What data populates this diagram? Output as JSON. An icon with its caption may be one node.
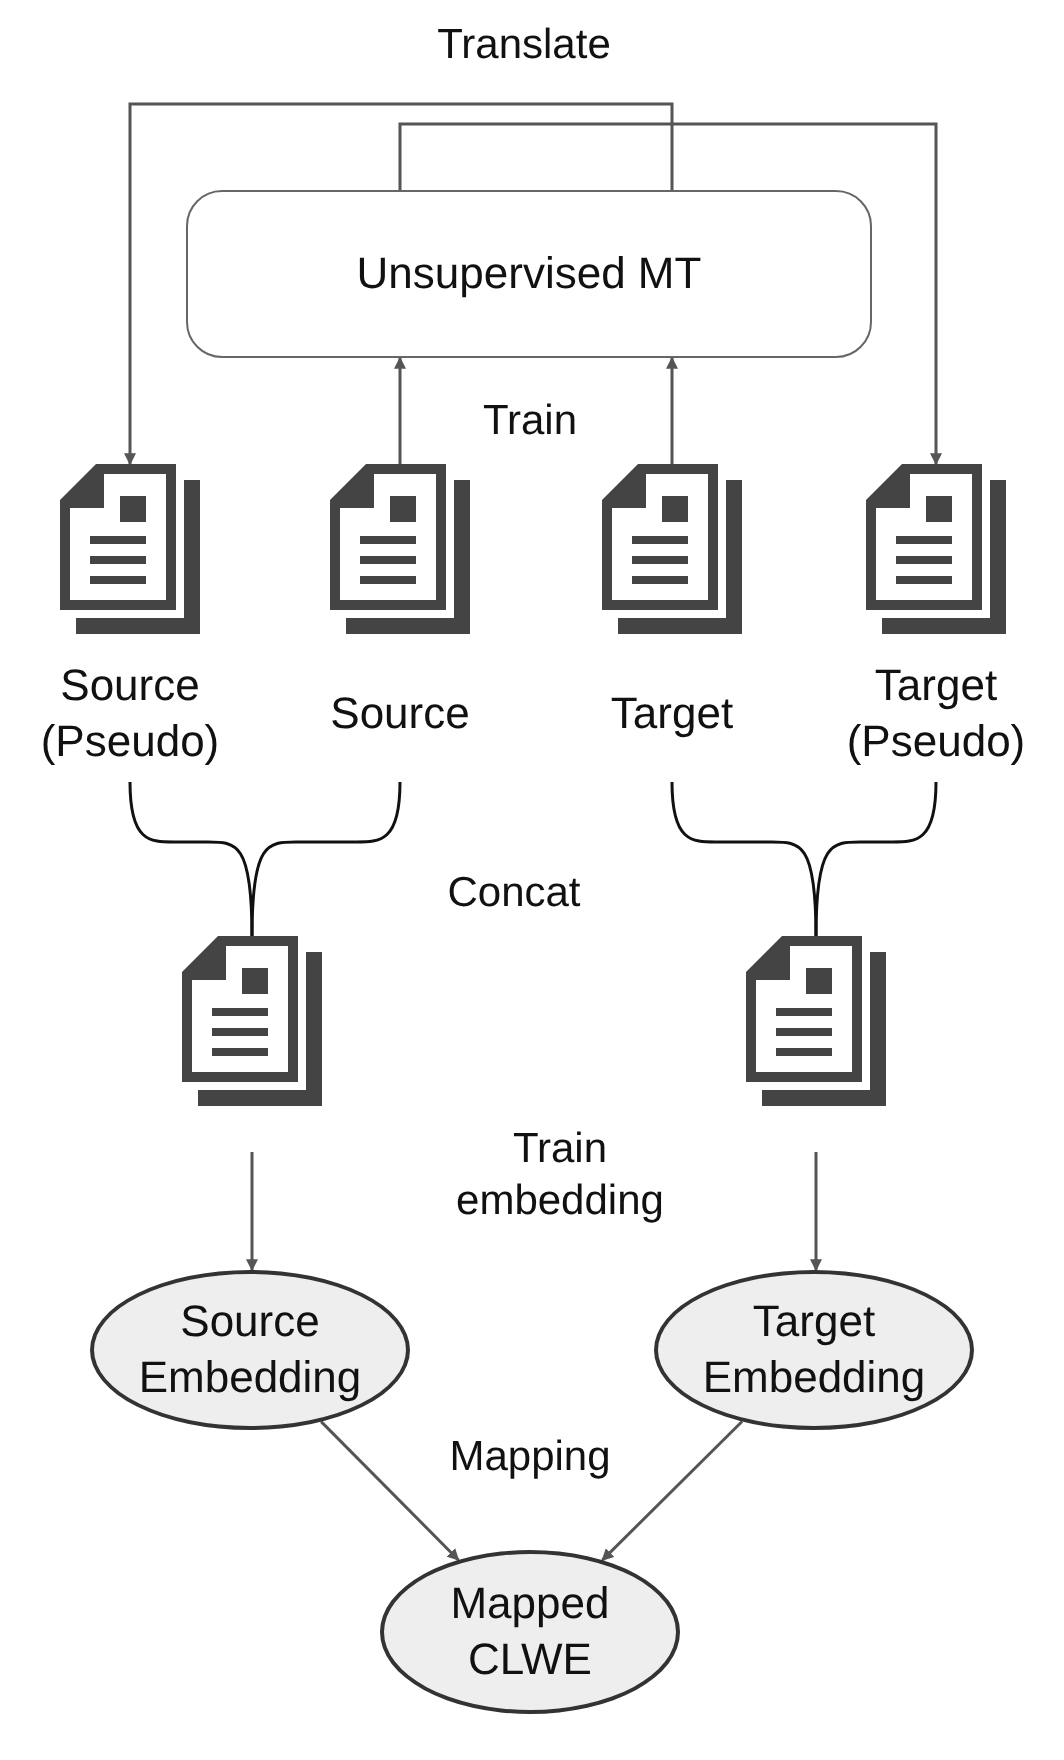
{
  "diagram": {
    "nodes": [
      {
        "text": [
          "Unsupervised MT"
        ]
      },
      {
        "text": [
          "Source (Pseudo)"
        ]
      },
      {
        "text": [
          "Source"
        ]
      },
      {
        "text": [
          "Target"
        ]
      },
      {
        "text": [
          "Target (Pseudo)"
        ]
      },
      {
        "text": [],
        "shape": "document"
      },
      {
        "text": [],
        "shape": "document"
      },
      {
        "text": [
          "Source Embedding"
        ]
      },
      {
        "text": [
          "Target Embedding"
        ]
      },
      {
        "text": [
          "Mapped CLWE"
        ]
      }
    ],
    "edges": [
      {
        "from": 0,
        "to": 1,
        "arrow": "to",
        "label": "Translate"
      },
      {
        "from": 0,
        "to": 4,
        "arrow": "to"
      },
      {
        "from": 2,
        "to": 0,
        "arrow": "to",
        "label": "Train"
      },
      {
        "from": 3,
        "to": 0,
        "arrow": "to"
      },
      {
        "from": 1,
        "to": 5,
        "arrow": "none"
      },
      {
        "from": 2,
        "to": 5,
        "arrow": "none",
        "label": "Concat"
      },
      {
        "from": 3,
        "to": 6,
        "arrow": "none"
      },
      {
        "from": 4,
        "to": 6,
        "arrow": "none"
      },
      {
        "from": 5,
        "to": 7,
        "arrow": "to",
        "label": "Train embedding"
      },
      {
        "from": 6,
        "to": 8,
        "arrow": "to"
      },
      {
        "from": 7,
        "to": 9,
        "arrow": "to",
        "label": "Mapping"
      },
      {
        "from": 8,
        "to": 9,
        "arrow": "to"
      }
    ]
  }
}
